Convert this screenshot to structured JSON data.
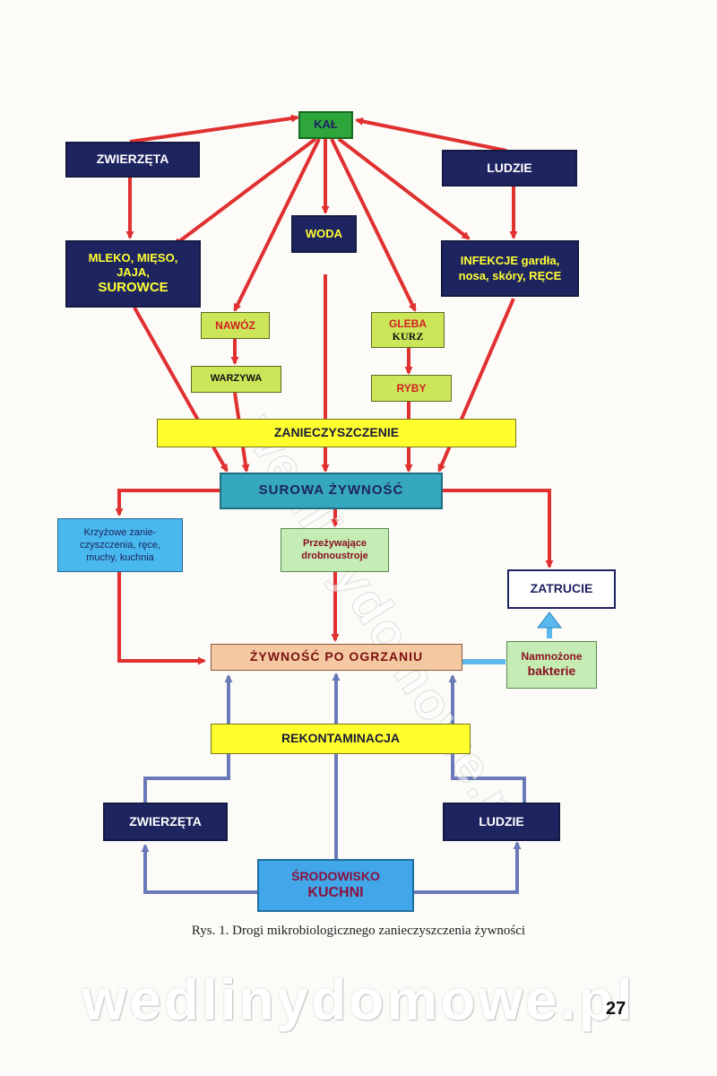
{
  "nodes": {
    "kal": "KAŁ",
    "zwierzeta_top": "ZWIERZĘTA",
    "ludzie_top": "LUDZIE",
    "woda": "WODA",
    "mleko": [
      "MLEKO, MIĘSO,",
      "JAJA,",
      "SUROWCE"
    ],
    "infekcje": [
      "INFEKCJE gardła,",
      "nosa, skóry, RĘCE"
    ],
    "nawoz": "NAWÓZ",
    "gleba": "GLEBA",
    "kurz": "KURZ",
    "warzywa": "WARZYWA",
    "ryby": "RYBY",
    "zanieczyszczenie": "ZANIECZYSZCZENIE",
    "surowa": "SUROWA ŻYWNOŚĆ",
    "krzyzowe": [
      "Krzyżowe zanie-",
      "czyszczenia, ręce,",
      "muchy, kuchnia"
    ],
    "przezywajace": [
      "Przeżywające",
      "drobnoustroje"
    ],
    "zatrucie": "ZATRUCIE",
    "po_ogrzaniu": "ŻYWNOŚĆ PO OGRZANIU",
    "namnozone": [
      "Namnożone",
      "bakterie"
    ],
    "rekontaminacja": "REKONTAMINACJA",
    "zwierzeta_bottom": "ZWIERZĘTA",
    "ludzie_bottom": "LUDZIE",
    "srodowisko": [
      "ŚRODOWISKO",
      "KUCHNI"
    ]
  },
  "caption": "Rys. 1. Drogi mikrobiologicznego zanieczyszczenia żywności",
  "page_number": "27",
  "watermark": "wedlinydomowe.pl",
  "colors": {
    "arrow_red": "#e03030",
    "arrow_blue": "#6a7ab8",
    "arrow_light_blue": "#5ab8ee",
    "navy": "#1e2460"
  }
}
